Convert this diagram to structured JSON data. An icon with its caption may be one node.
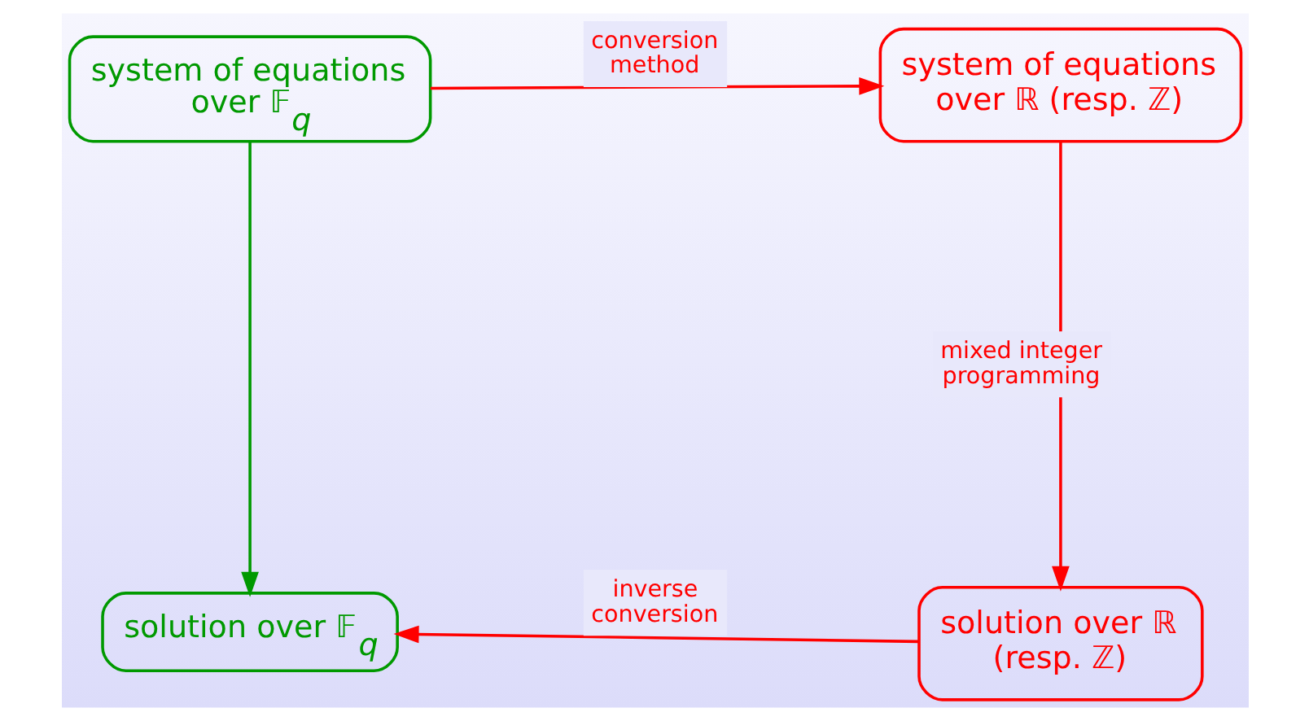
{
  "diagram": {
    "nodes": [
      {
        "text": [
          "system of equations over 𝔽$_{q}$"
        ]
      },
      {
        "text": [
          "system of equations over ℝ (resp. ℤ)"
        ]
      },
      {
        "text": [
          "solution over 𝔽$_{q}$"
        ]
      },
      {
        "text": [
          "solution over ℝ (resp. ℤ)"
        ]
      }
    ],
    "edges": [
      {
        "from": 0,
        "to": 1,
        "arrow": "to",
        "label": "conversion method"
      },
      {
        "from": 0,
        "to": 2,
        "arrow": "to",
        "color": "#009900"
      },
      {
        "from": 1,
        "to": 3,
        "arrow": "to",
        "label": "mixed integer programming"
      },
      {
        "from": 3,
        "to": 2,
        "arrow": "to",
        "label": "inverse conversion"
      }
    ]
  }
}
